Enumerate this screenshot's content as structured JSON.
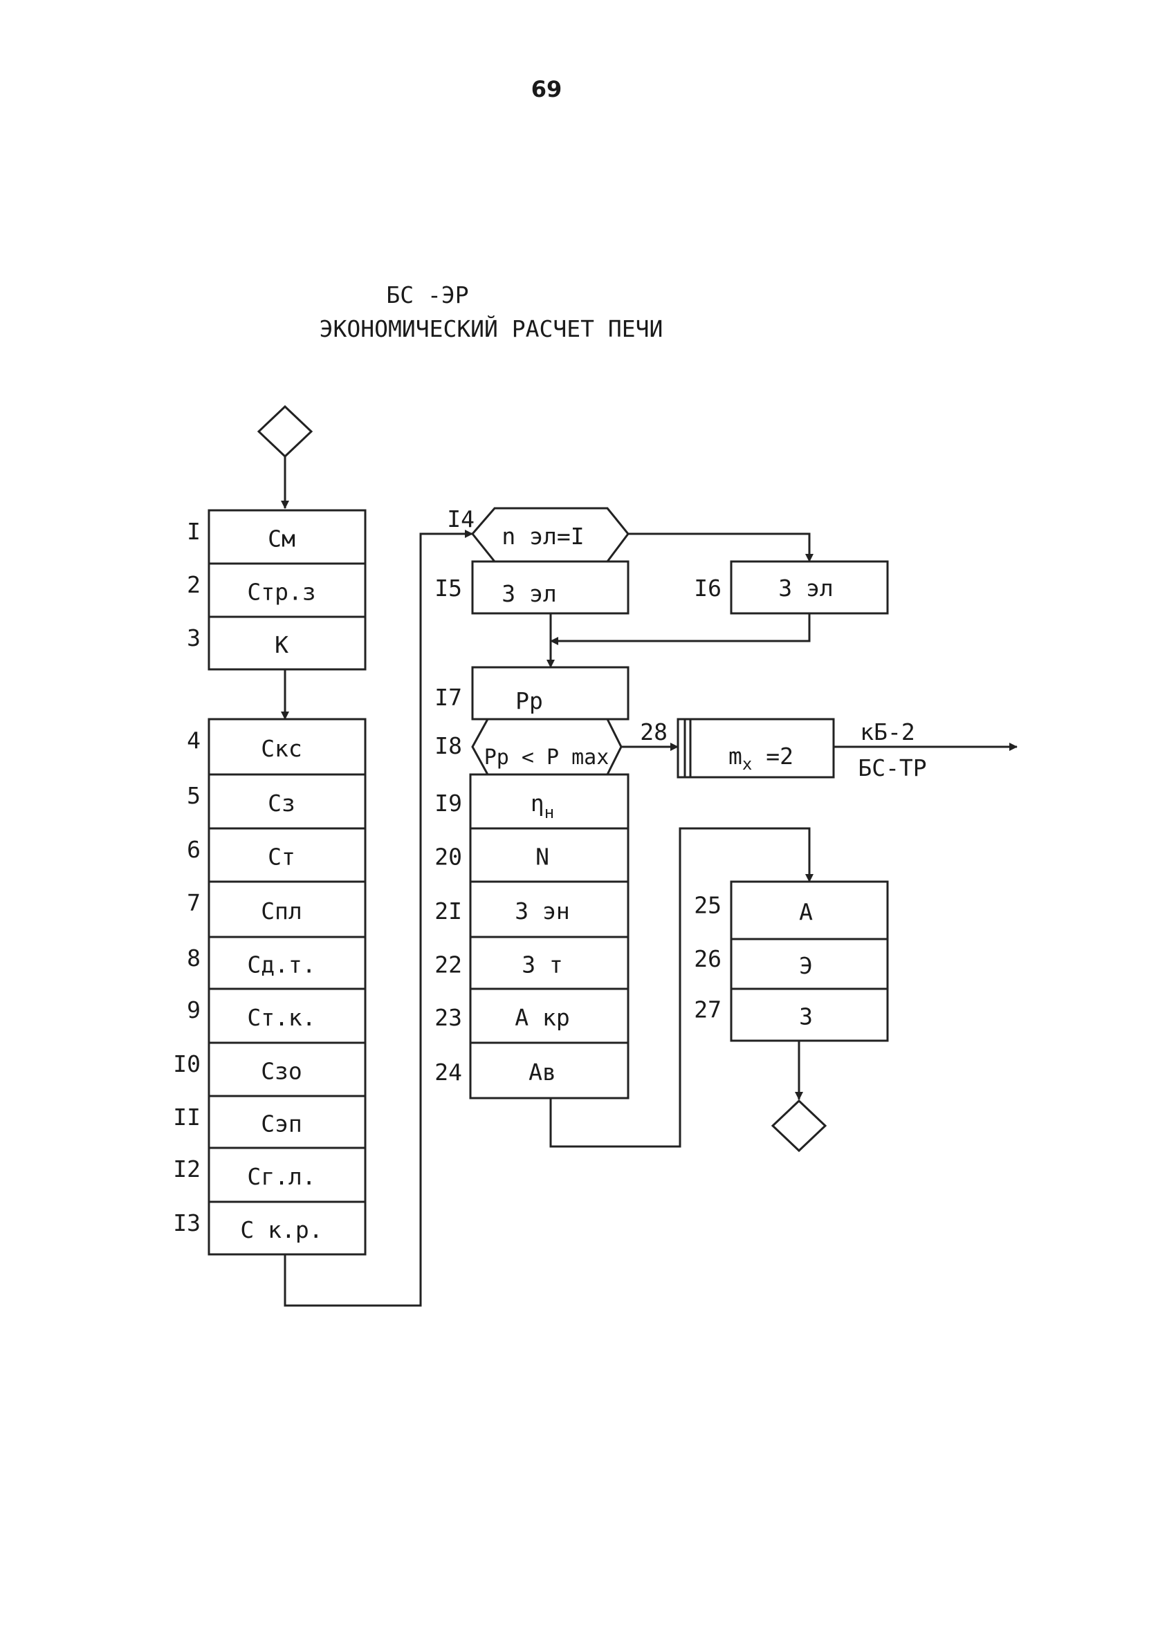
{
  "page_number": "69",
  "title": {
    "line1": "БС -ЭР",
    "line2": "ЭКОНОМИЧЕСКИЙ РАСЧЕТ ПЕЧИ"
  },
  "column1_blocks": [
    {
      "num": "I",
      "label": "См"
    },
    {
      "num": "2",
      "label": "Стр.з"
    },
    {
      "num": "3",
      "label": "К"
    },
    {
      "num": "4",
      "label": "Скс"
    },
    {
      "num": "5",
      "label": "Сз"
    },
    {
      "num": "6",
      "label": "Ст"
    },
    {
      "num": "7",
      "label": "Спл"
    },
    {
      "num": "8",
      "label": "Сд.т."
    },
    {
      "num": "9",
      "label": "Ст.к."
    },
    {
      "num": "I0",
      "label": "Сзо"
    },
    {
      "num": "II",
      "label": "Сэп"
    },
    {
      "num": "I2",
      "label": "Сг.л."
    },
    {
      "num": "I3",
      "label": "С к.р."
    }
  ],
  "decision_14": {
    "num": "I4",
    "label": "n эл=I"
  },
  "block_15": {
    "num": "I5",
    "label": "З эл"
  },
  "block_16": {
    "num": "I6",
    "label": "З эл"
  },
  "block_17": {
    "num": "I7",
    "label": "Pp"
  },
  "decision_18": {
    "num": "I8",
    "label": "Pp < P max"
  },
  "block_28": {
    "num": "28",
    "label": "m",
    "subscript": "x",
    "suffix": " =2"
  },
  "connector_28": {
    "line1": "кБ-2",
    "line2": "БС-ТР"
  },
  "column2_blocks": [
    {
      "num": "I9",
      "label": "η",
      "subscript": "н"
    },
    {
      "num": "20",
      "label": "N"
    },
    {
      "num": "2I",
      "label": "З эн"
    },
    {
      "num": "22",
      "label": "З т"
    },
    {
      "num": "23",
      "label": "А кр"
    },
    {
      "num": "24",
      "label": "Ав"
    }
  ],
  "column3_blocks": [
    {
      "num": "25",
      "label": "А"
    },
    {
      "num": "26",
      "label": "Э"
    },
    {
      "num": "27",
      "label": "З"
    }
  ]
}
